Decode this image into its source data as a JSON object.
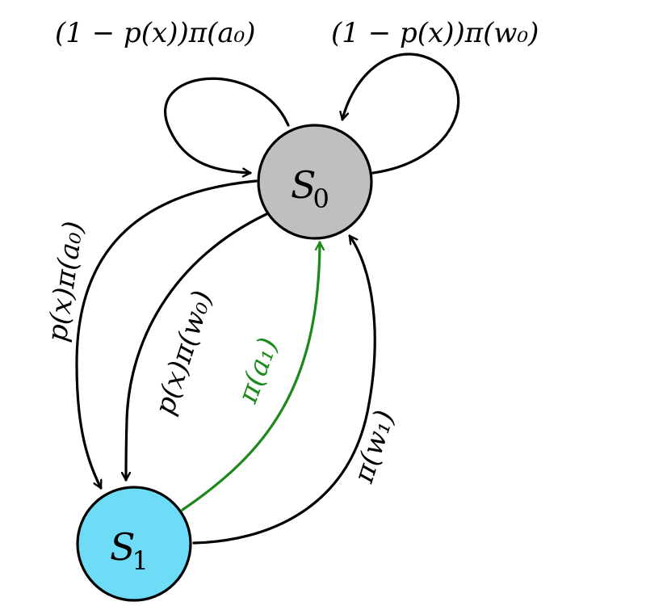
{
  "colors": {
    "edge": "#000000",
    "highlight_edge": "#1b8a1b",
    "s0_fill": "#bfbfbf",
    "s1_fill": "#6fdcf7",
    "node_stroke": "#000000"
  },
  "nodes": {
    "s0": {
      "symbol": "S",
      "subscript": "0"
    },
    "s1": {
      "symbol": "S",
      "subscript": "1"
    }
  },
  "edges": {
    "loop_a0": {
      "label": "(1 − p(x))π(a₀)"
    },
    "loop_w0": {
      "label": "(1 − p(x))π(w₀)"
    },
    "s0_s1_a0": {
      "label": "p(x)π(a₀)"
    },
    "s0_s1_w0": {
      "label": "p(x)π(w₀)"
    },
    "s1_s0_a1": {
      "label": "π(a₁)"
    },
    "s1_s0_w1": {
      "label": "π(w₁)"
    }
  }
}
